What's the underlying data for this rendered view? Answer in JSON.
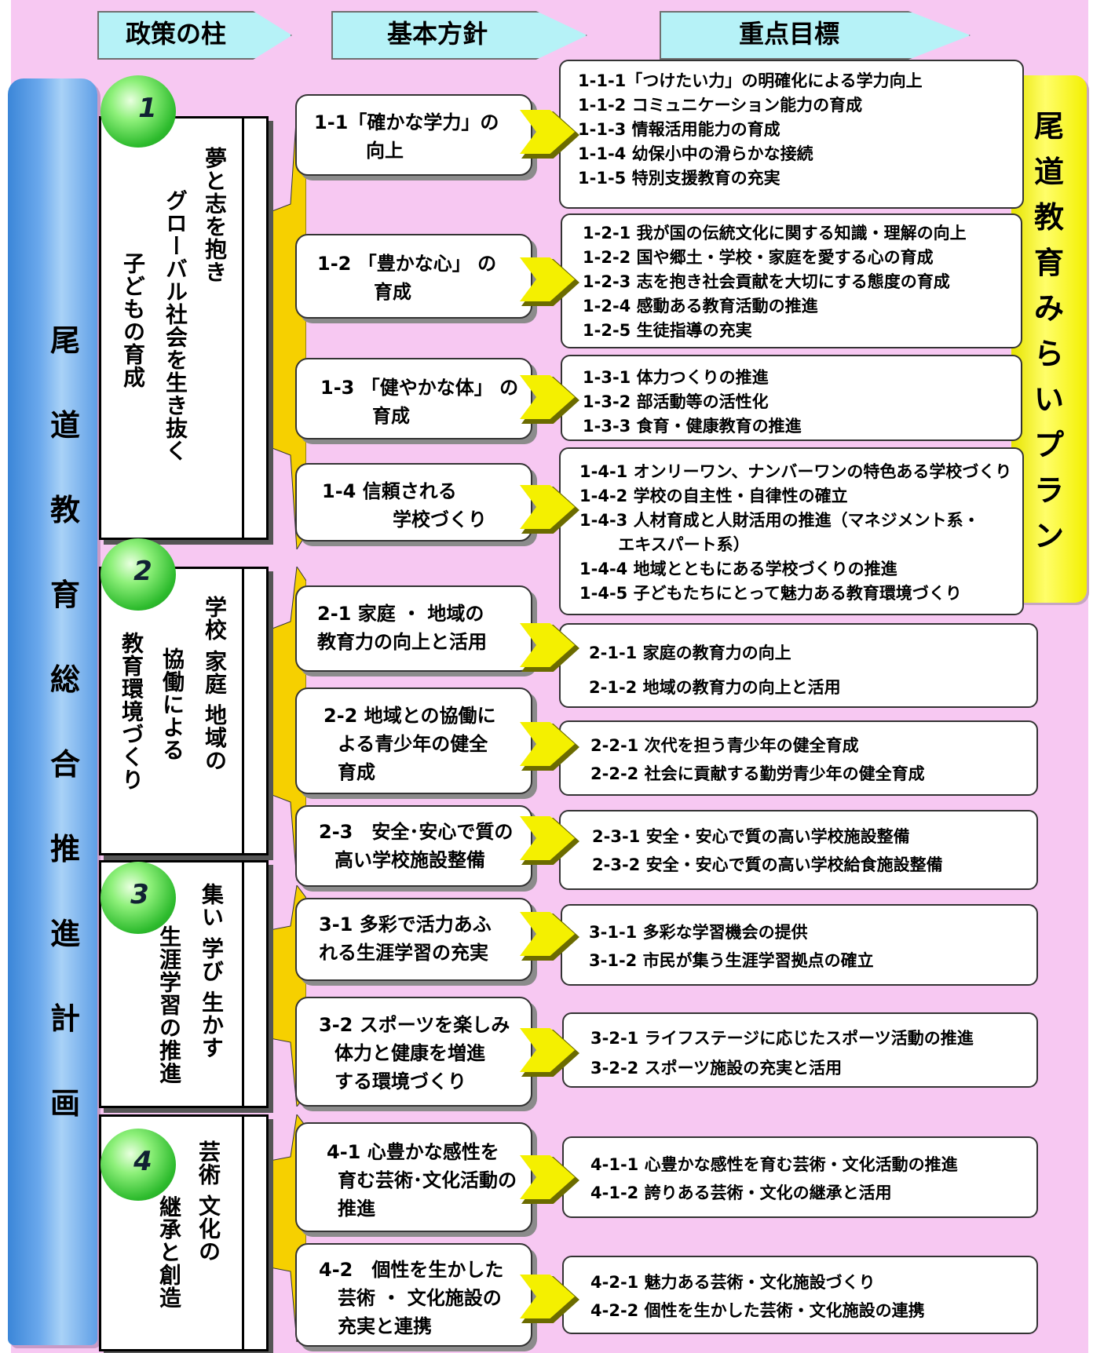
{
  "header": {
    "col1": "政策の柱",
    "col2": "基本方針",
    "col3": "重点目標"
  },
  "left_title": [
    "尾",
    "道",
    "教",
    "育",
    "総",
    "合",
    "推",
    "進",
    "計",
    "画"
  ],
  "right_title": [
    "尾",
    "道",
    "教",
    "育",
    "み",
    "ら",
    "い",
    "プ",
    "ラ",
    "ン"
  ],
  "pillars": [
    {
      "num": "1",
      "lines": [
        "夢と志を抱き",
        "グローバル社会を生き抜く",
        "子どもの育成"
      ]
    },
    {
      "num": "2",
      "lines": [
        "学校 家庭 地域の",
        "協働による",
        "教育環境づくり"
      ]
    },
    {
      "num": "3",
      "lines": [
        "集い 学び 生かす",
        "生涯学習の推進"
      ]
    },
    {
      "num": "4",
      "lines": [
        "芸術 文化の",
        "継承と創造"
      ]
    }
  ],
  "policies": [
    {
      "id": "1-1",
      "lines": [
        "1-1「確かな学力」の",
        "向上"
      ]
    },
    {
      "id": "1-2",
      "lines": [
        "1-2 「豊かな心」 の",
        "育成"
      ]
    },
    {
      "id": "1-3",
      "lines": [
        "1-3 「健やかな体」 の",
        "育成"
      ]
    },
    {
      "id": "1-4",
      "lines": [
        "1-4 信頼される",
        "学校づくり"
      ]
    },
    {
      "id": "2-1",
      "lines": [
        "2-1 家庭 ・ 地域の",
        "教育力の向上と活用"
      ]
    },
    {
      "id": "2-2",
      "lines": [
        "2-2 地域との協働に",
        "よる青少年の健全",
        "育成"
      ]
    },
    {
      "id": "2-3",
      "lines": [
        "2-3　安全･安心で質の",
        "高い学校施設整備"
      ]
    },
    {
      "id": "3-1",
      "lines": [
        "3-1 多彩で活力あふ",
        "れる生涯学習の充実"
      ]
    },
    {
      "id": "3-2",
      "lines": [
        "3-2 スポーツを楽しみ",
        "体力と健康を増進",
        "する環境づくり"
      ]
    },
    {
      "id": "4-1",
      "lines": [
        "4-1 心豊かな感性を",
        "育む芸術･文化活動の",
        "推進"
      ]
    },
    {
      "id": "4-2",
      "lines": [
        "4-2　個性を生かした",
        "芸術 ・ 文化施設の",
        "充実と連携"
      ]
    }
  ],
  "goals": [
    [
      "1-1-1「つけたい力」の明確化による学力向上",
      "1-1-2 コミュニケーション能力の育成",
      "1-1-3 情報活用能力の育成",
      "1-1-4 幼保小中の滑らかな接続",
      "1-1-5 特別支援教育の充実"
    ],
    [
      "1-2-1 我が国の伝統文化に関する知識・理解の向上",
      "1-2-2 国や郷土・学校・家庭を愛する心の育成",
      "1-2-3 志を抱き社会貢献を大切にする態度の育成",
      "1-2-4 感動ある教育活動の推進",
      "1-2-5 生徒指導の充実"
    ],
    [
      "1-3-1 体力つくりの推進",
      "1-3-2 部活動等の活性化",
      "1-3-3 食育・健康教育の推進"
    ],
    [
      "1-4-1 オンリーワン、ナンバーワンの特色ある学校づくり",
      "1-4-2 学校の自主性・自律性の確立",
      "1-4-3 人材育成と人財活用の推進（マネジメント系・",
      "　　 エキスパート系）",
      "1-4-4 地域とともにある学校づくりの推進",
      "1-4-5 子どもたちにとって魅力ある教育環境づくり"
    ],
    [
      "2-1-1 家庭の教育力の向上",
      "2-1-2 地域の教育力の向上と活用"
    ],
    [
      "2-2-1 次代を担う青少年の健全育成",
      "2-2-2 社会に貢献する勤労青少年の健全育成"
    ],
    [
      "2-3-1 安全・安心で質の高い学校施設整備",
      "2-3-2 安全・安心で質の高い学校給食施設整備"
    ],
    [
      "3-1-1 多彩な学習機会の提供",
      "3-1-2 市民が集う生涯学習拠点の確立"
    ],
    [
      "3-2-1 ライフステージに応じたスポーツ活動の推進",
      "3-2-2 スポーツ施設の充実と活用"
    ],
    [
      "4-1-1 心豊かな感性を育む芸術・文化活動の推進",
      "4-1-2 誇りある芸術・文化の継承と活用"
    ],
    [
      "4-2-1 魅力ある芸術・文化施設づくり",
      "4-2-2 個性を生かした芸術・文化施設の連携"
    ]
  ]
}
